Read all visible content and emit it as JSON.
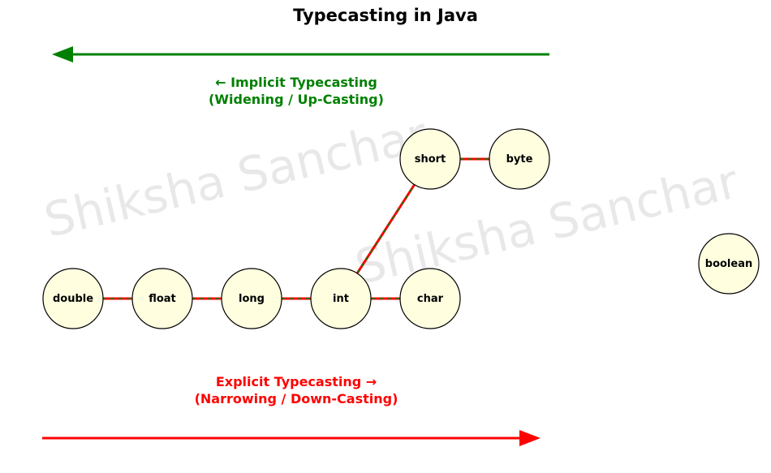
{
  "title": "Typecasting in Java",
  "watermark": "Shiksha Sanchar",
  "implicit": {
    "line1": "← Implicit Typecasting",
    "line2": "(Widening / Up-Casting)",
    "color": "#008000"
  },
  "explicit": {
    "line1": "Explicit Typecasting →",
    "line2": "(Narrowing / Down-Casting)",
    "color": "#ff0000"
  },
  "node_fill": "#ffffe0",
  "nodes": {
    "double": "double",
    "float": "float",
    "long": "long",
    "int": "int",
    "char": "char",
    "short": "short",
    "byte": "byte",
    "boolean": "boolean"
  }
}
